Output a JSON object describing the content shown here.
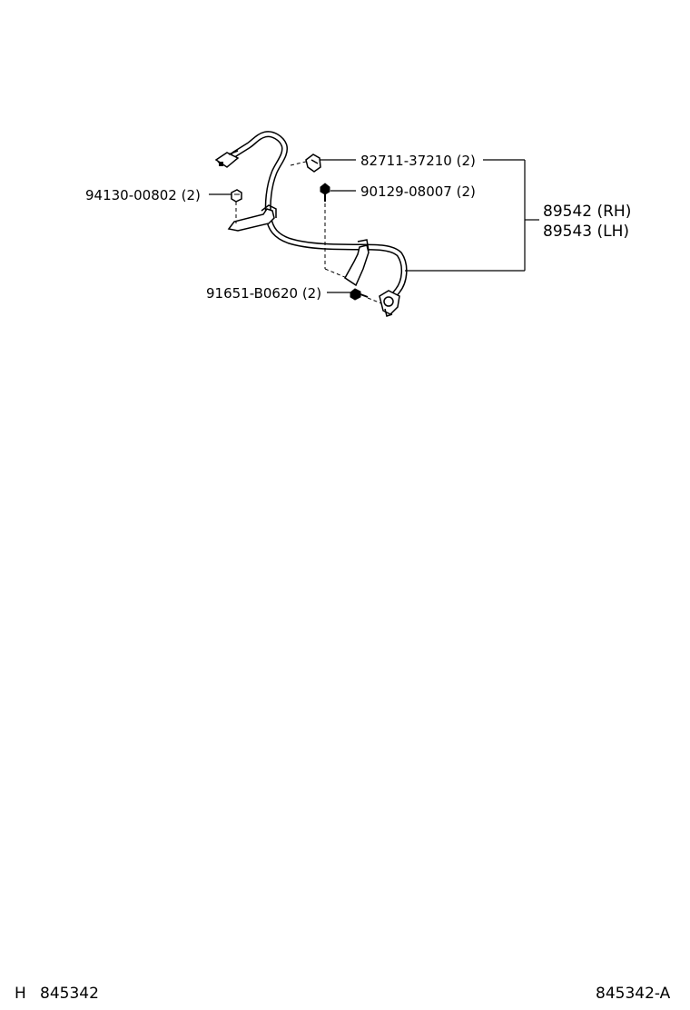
{
  "parts": {
    "clip_nut": "82711-37210 (2)",
    "nut": "94130-00802 (2)",
    "bolt": "90129-08007 (2)",
    "screw": "91651-B0620 (2)",
    "sensor_rh": "89542 (RH)",
    "sensor_lh": "89543 (LH)"
  },
  "footer": {
    "section_letter": "H",
    "figure_number": "845342",
    "figure_ref": "845342-A"
  }
}
